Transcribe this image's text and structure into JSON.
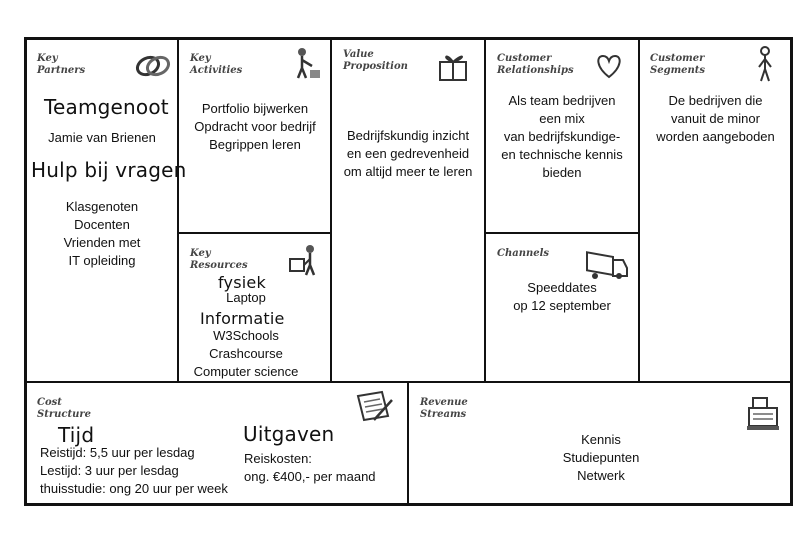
{
  "key_partners": {
    "title": [
      "Key",
      "Partners"
    ],
    "icon": "chain-link-icon",
    "heading1": "Teamgenoot",
    "lines1": [
      "Jamie van Brienen"
    ],
    "heading2": "Hulp bij vragen",
    "lines2": [
      "Klasgenoten",
      "Docenten",
      "Vrienden met",
      "IT opleiding"
    ]
  },
  "key_activities": {
    "title": [
      "Key",
      "Activities"
    ],
    "icon": "worker-icon",
    "lines": [
      "Portfolio bijwerken",
      "Opdracht voor bedrijf",
      "Begrippen leren"
    ]
  },
  "key_resources": {
    "title": [
      "Key",
      "Resources"
    ],
    "icon": "forklift-worker-icon",
    "heading1": "fysiek",
    "lines1": [
      "Laptop"
    ],
    "heading2": "Informatie",
    "lines2": [
      "W3Schools",
      "Crashcourse",
      "Computer science"
    ]
  },
  "value_proposition": {
    "title": [
      "Value",
      "Proposition"
    ],
    "icon": "gift-icon",
    "lines": [
      "Bedrijfskundig inzicht",
      "en een gedrevenheid",
      "om altijd meer te leren"
    ]
  },
  "customer_relationships": {
    "title": [
      "Customer",
      "Relationships"
    ],
    "icon": "heart-icon",
    "lines": [
      "Als team bedrijven",
      "een mix",
      "van bedrijfskundige-",
      "en technische kennis",
      "bieden"
    ]
  },
  "channels": {
    "title": [
      "Channels"
    ],
    "icon": "truck-icon",
    "lines": [
      "Speeddates",
      "op 12 september"
    ]
  },
  "customer_segments": {
    "title": [
      "Customer",
      "Segments"
    ],
    "icon": "person-icon",
    "lines": [
      "De bedrijven die",
      "vanuit de minor",
      "worden aangeboden"
    ]
  },
  "cost_structure": {
    "title": [
      "Cost",
      "Structure"
    ],
    "icon": "document-pen-icon",
    "heading1": "Tijd",
    "lines1": [
      "Reistijd: 5,5 uur per lesdag",
      "Lestijd: 3 uur per lesdag",
      "thuisstudie: ong 20 uur per week"
    ],
    "heading2": "Uitgaven",
    "lines2": [
      "Reiskosten:",
      "ong. €400,- per maand"
    ]
  },
  "revenue_streams": {
    "title": [
      "Revenue",
      "Streams"
    ],
    "icon": "cash-register-icon",
    "lines": [
      "Kennis",
      "Studiepunten",
      "Netwerk"
    ]
  }
}
